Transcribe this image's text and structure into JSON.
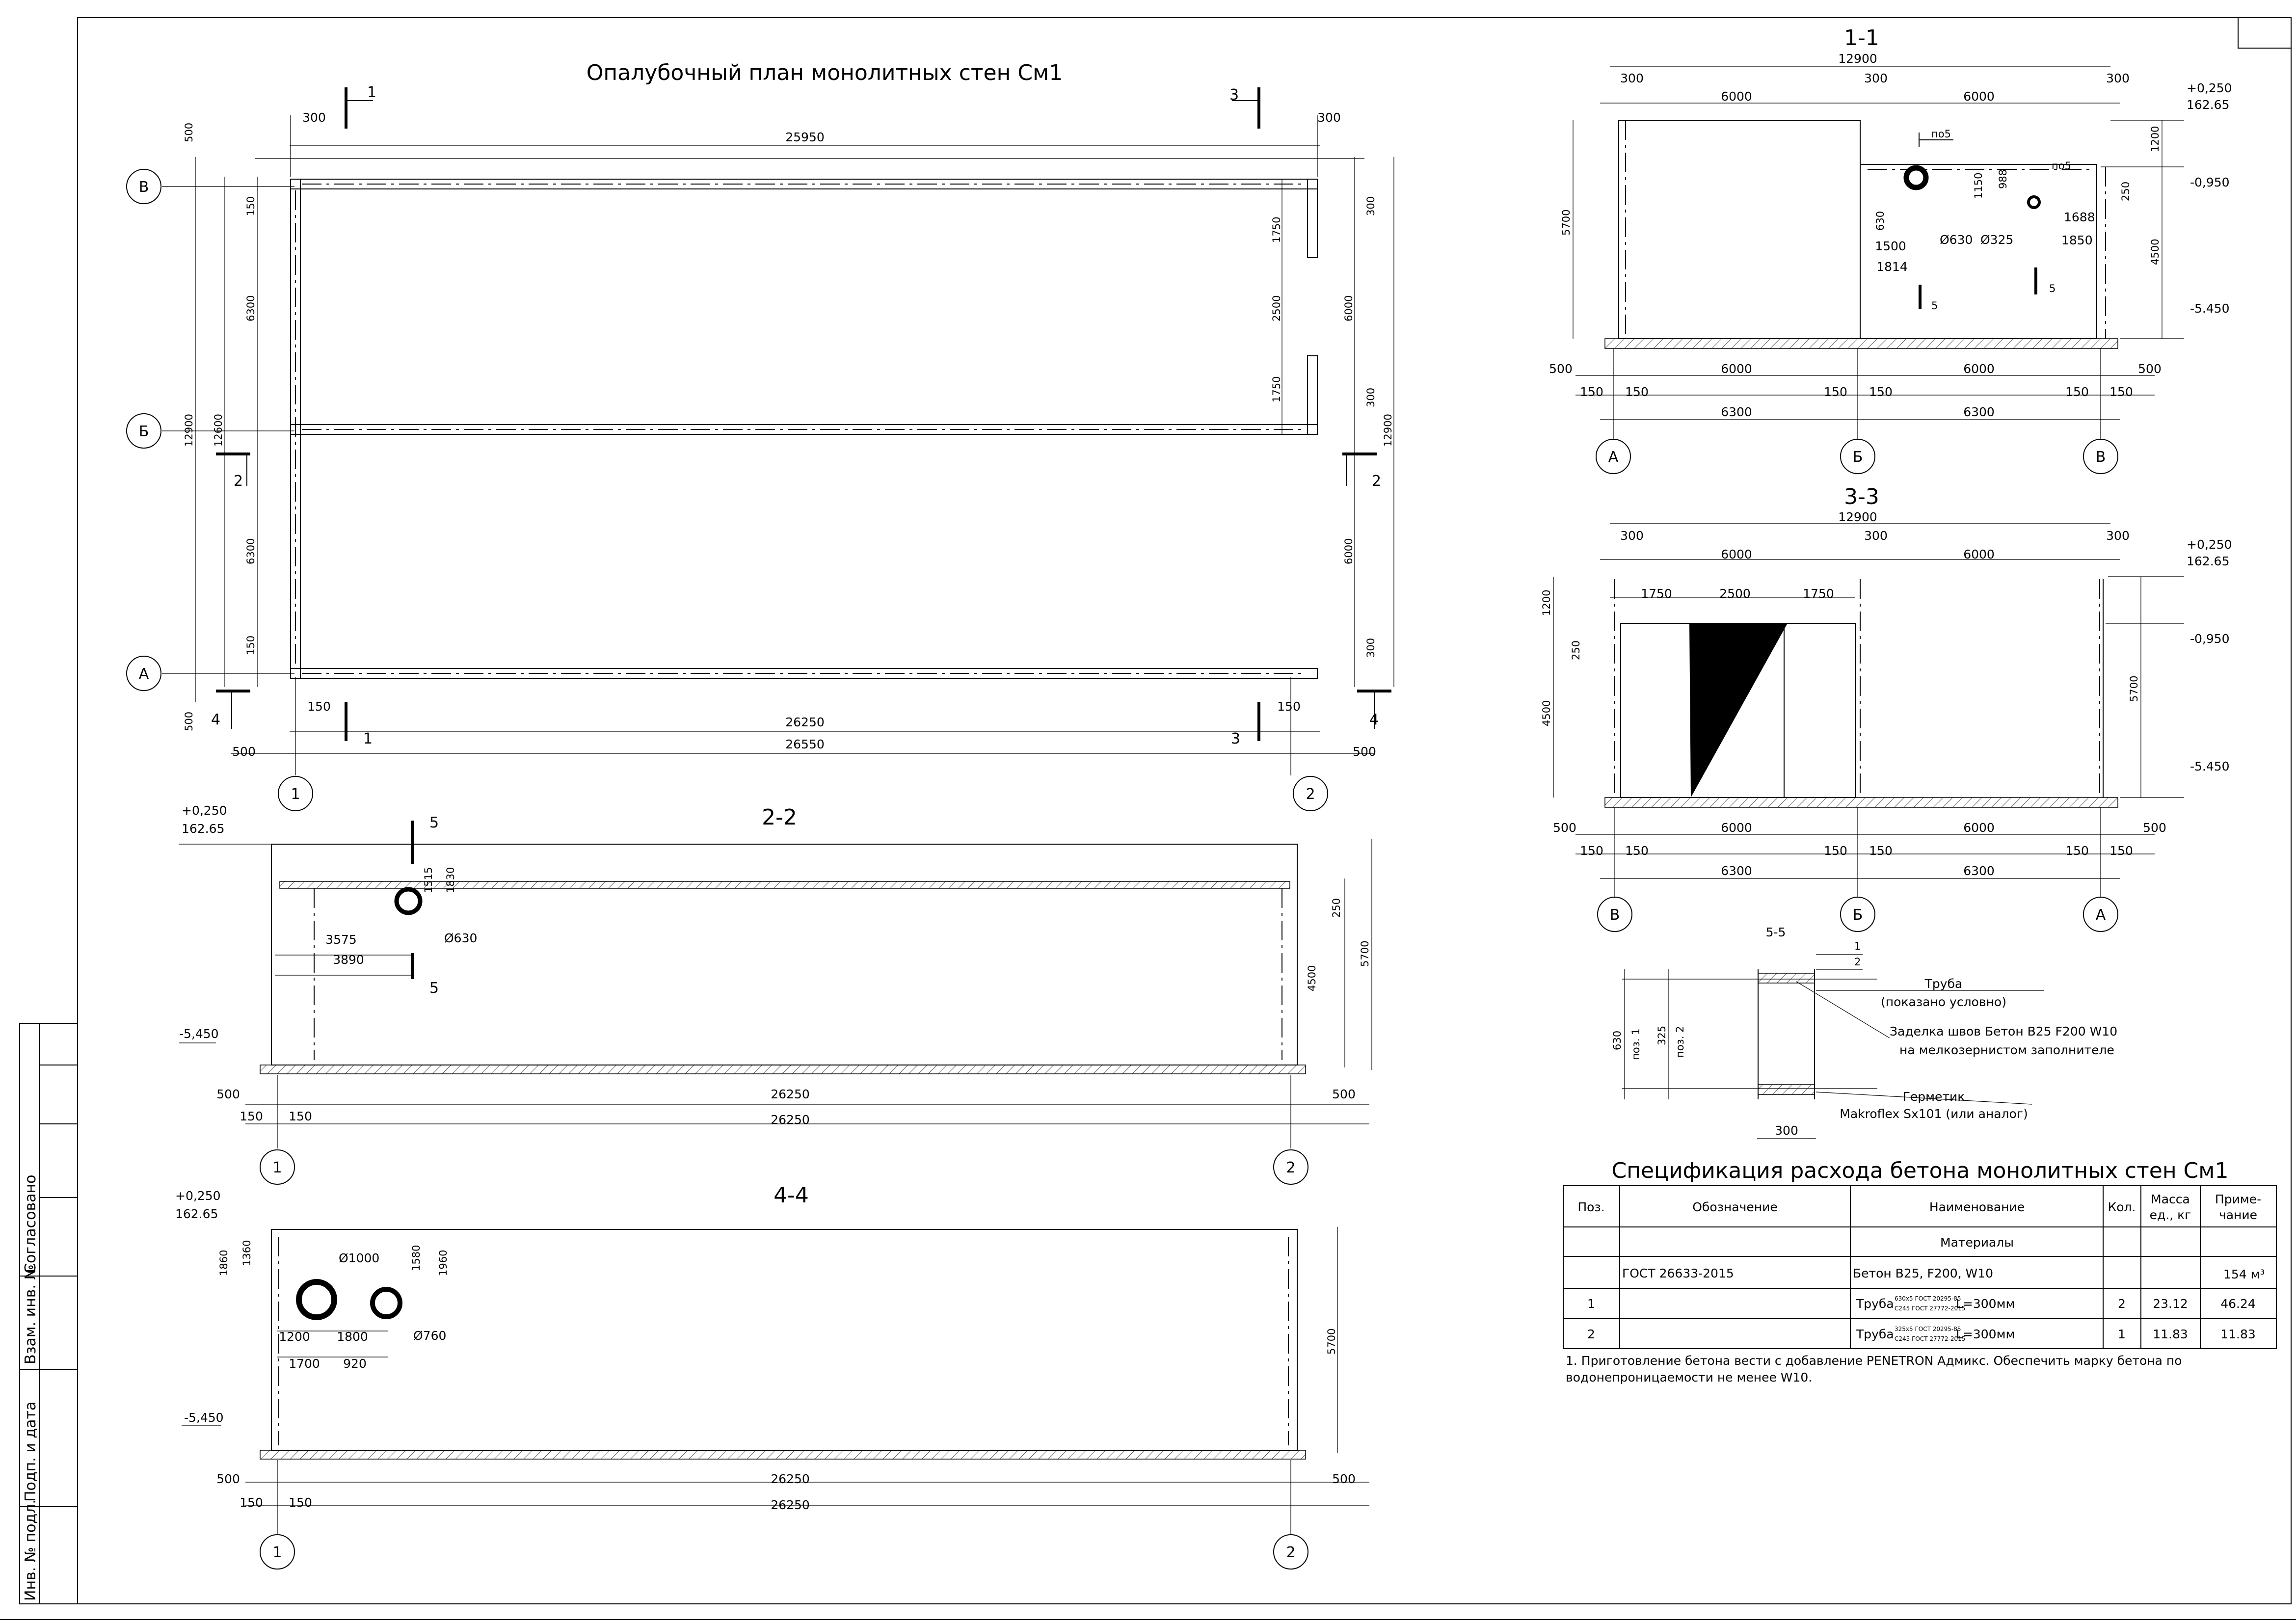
{
  "plan": {
    "title": "Опалубочный план монолитных стен См1",
    "dims": {
      "d25950": "25950",
      "d26250": "26250",
      "d26550": "26550",
      "d300": "300",
      "d500": "500",
      "d150": "150",
      "d6300": "6300",
      "d12600": "12600",
      "d12900": "12900",
      "d1750": "1750",
      "d2500": "2500",
      "d6000": "6000"
    },
    "axes": {
      "v": "В",
      "b": "Б",
      "a": "А",
      "one": "1",
      "two": "2"
    },
    "cuts": {
      "c1": "1",
      "c2": "2",
      "c3": "3",
      "c4": "4"
    }
  },
  "s22": {
    "title": "2-2",
    "elev_top": "+0,250",
    "elev_top2": "162.65",
    "elev_bot": "-5,450",
    "d3575": "3575",
    "d3890": "3890",
    "d1515": "1515",
    "d1830": "1830",
    "phi": "Ø630",
    "d250": "250",
    "d4500": "4500",
    "d5700": "5700",
    "d500": "500",
    "d26250": "26250",
    "d150": "150",
    "cut5": "5"
  },
  "s44": {
    "title": "4-4",
    "elev_top": "+0,250",
    "elev_top2": "162.65",
    "elev_bot": "-5,450",
    "d1860": "1860",
    "d1360": "1360",
    "d1580": "1580",
    "d1960": "1960",
    "phi1000": "Ø1000",
    "phi760": "Ø760",
    "d1200": "1200",
    "d1800": "1800",
    "d1700": "1700",
    "d920": "920",
    "d5700": "5700",
    "d500": "500",
    "d26250": "26250",
    "d150": "150"
  },
  "s11": {
    "title": "1-1",
    "d12900": "12900",
    "d300": "300",
    "d6000": "6000",
    "d6300": "6300",
    "d150": "150",
    "d500": "500",
    "d5700": "5700",
    "d1200": "1200",
    "d250": "250",
    "d4500": "4500",
    "elev1": "+0,250",
    "elev1b": "162.65",
    "elev2": "-0,950",
    "elev3": "-5.450",
    "po5": "по5",
    "d1150": "1150",
    "d988": "988",
    "d630": "630",
    "d1500": "1500",
    "d1814": "1814",
    "phi630": "Ø630",
    "phi325": "Ø325",
    "d1688": "1688",
    "d1850": "1850",
    "cut5": "5",
    "axA": "А",
    "axB": "Б",
    "axV": "В"
  },
  "s33": {
    "title": "3-3",
    "d12900": "12900",
    "d300": "300",
    "d6000": "6000",
    "d1750": "1750",
    "d2500": "2500",
    "d1200": "1200",
    "d250": "250",
    "d4500": "4500",
    "d5700": "5700",
    "d500": "500",
    "d150": "150",
    "d6300": "6300",
    "elev1": "+0,250",
    "elev1b": "162.65",
    "elev2": "-0,950",
    "elev3": "-5.450",
    "axA": "А",
    "axB": "Б",
    "axV": "В"
  },
  "s55": {
    "title": "5-5",
    "n1": "1",
    "n2": "2",
    "d630": "630",
    "poz1": "поз. 1",
    "d325": "325",
    "poz2": "поз. 2",
    "d300": "300",
    "pipe": "Труба",
    "pipe2": "(показано условно)",
    "seal1": "Заделка швов Бетон B25 F200 W10",
    "seal2": "на мелкозернистом заполнителе",
    "herm": "Герметик",
    "herm2": "Makroflex Sx101 (или аналог)"
  },
  "spec": {
    "title": "Спецификация расхода бетона монолитных стен См1",
    "headers": [
      "Поз.",
      "Обозначение",
      "Наименование",
      "Кол.",
      "Масса ед., кг",
      "Приме- чание"
    ],
    "h_mass1": "Масса",
    "h_mass2": "ед., кг",
    "h_note1": "Приме-",
    "h_note2": "чание",
    "section": "Материалы",
    "rows": [
      {
        "poz": "",
        "oboz": "ГОСТ 26633-2015",
        "name": "Бетон B25, F200, W10",
        "kol": "",
        "mass": "",
        "note": "154 м³"
      },
      {
        "poz": "1",
        "oboz": "",
        "name": "Труба 630х5 ГОСТ 20295-85 / С245 ГОСТ 27772-2015 L=300мм",
        "name_a": "Труба",
        "name_b": "630х5 ГОСТ 20295-85",
        "name_c": "С245 ГОСТ 27772-2015",
        "name_d": "L=300мм",
        "kol": "2",
        "mass": "23.12",
        "note": "46.24"
      },
      {
        "poz": "2",
        "oboz": "",
        "name": "Труба 325х5 ГОСТ 20295-85 / С245 ГОСТ 27772-2015 L=300мм",
        "name_a": "Труба",
        "name_b": "325х5 ГОСТ 20295-85",
        "name_c": "С245 ГОСТ 27772-2015",
        "name_d": "L=300мм",
        "kol": "1",
        "mass": "11.83",
        "note": "11.83"
      }
    ],
    "note1": "1.  Приготовление  бетона  вести  с  добавление  PENETRON  Адмикс.  Обеспечить  марку  бетона  по",
    "note2": "водонепроницаемости не менее W10."
  },
  "stamp": {
    "soglas": "Согласовано",
    "vzam": "Взам. инв. №",
    "podp": "Подп. и дата",
    "inv": "Инв. № подл."
  }
}
